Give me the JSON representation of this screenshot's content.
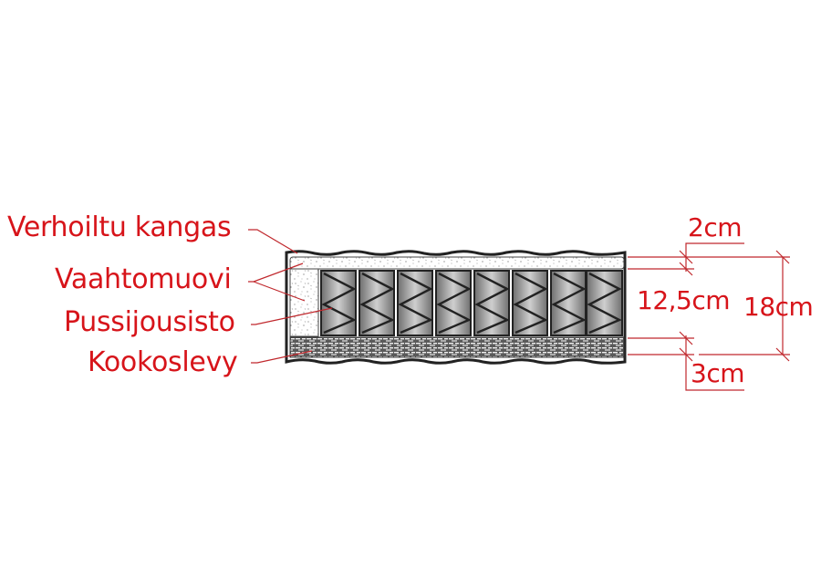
{
  "diagram": {
    "type": "mattress-cross-section",
    "accent_color": "#d7141a",
    "layers": [
      {
        "label": "Verhoiltu kangas",
        "role": "cover-fabric"
      },
      {
        "label": "Vaahtomuovi",
        "role": "foam"
      },
      {
        "label": "Pussijousisto",
        "role": "pocket-springs"
      },
      {
        "label": "Kookoslevy",
        "role": "coconut-fiber-board"
      }
    ],
    "dimensions": {
      "top": "2cm",
      "core": "12,5cm",
      "total": "18cm",
      "bottom": "3cm"
    },
    "spring_cells": 8
  }
}
